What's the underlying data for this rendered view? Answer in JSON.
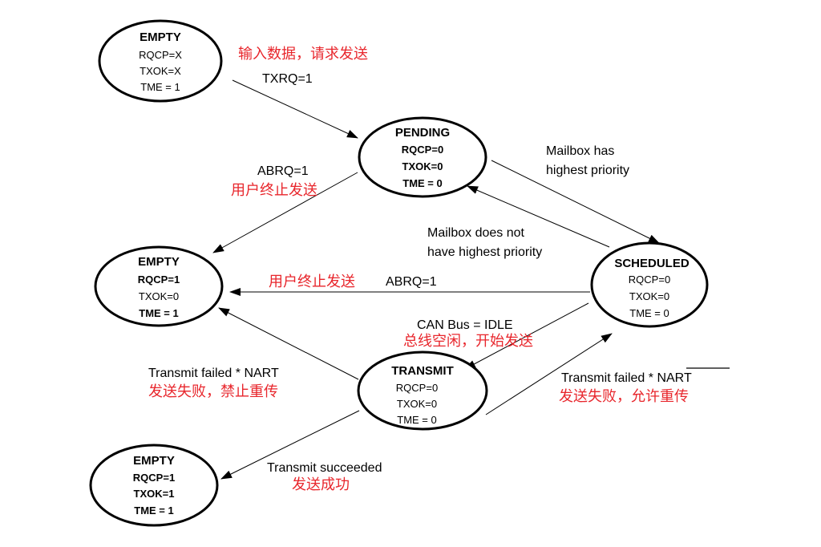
{
  "colors": {
    "annotation_red": "#e8262c",
    "line": "#000000",
    "background": "#ffffff"
  },
  "states": {
    "empty_top": {
      "title": "EMPTY",
      "rqcp": "RQCP=X",
      "txok": "TXOK=X",
      "tme": "TME = 1"
    },
    "pending": {
      "title": "PENDING",
      "rqcp": "RQCP=0",
      "txok": "TXOK=0",
      "tme": "TME = 0"
    },
    "empty_mid": {
      "title": "EMPTY",
      "rqcp": "RQCP=1",
      "txok": "TXOK=0",
      "tme": "TME = 1"
    },
    "scheduled": {
      "title": "SCHEDULED",
      "rqcp": "RQCP=0",
      "txok": "TXOK=0",
      "tme": "TME = 0"
    },
    "transmit": {
      "title": "TRANSMIT",
      "rqcp": "RQCP=0",
      "txok": "TXOK=0",
      "tme": "TME = 0"
    },
    "empty_bottom": {
      "title": "EMPTY",
      "rqcp": "RQCP=1",
      "txok": "TXOK=1",
      "tme": "TME = 1"
    }
  },
  "transitions": {
    "input_request": {
      "cn": "输入数据，请求发送",
      "en": "TXRQ=1"
    },
    "pending_abort": {
      "en": "ABRQ=1",
      "cn": "用户终止发送"
    },
    "highest_priority": {
      "line1": "Mailbox has",
      "line2": "highest priority"
    },
    "not_highest": {
      "line1": "Mailbox does not",
      "line2": "have highest priority"
    },
    "scheduled_abort": {
      "cn": "用户终止发送",
      "en": "ABRQ=1"
    },
    "bus_idle": {
      "en": "CAN Bus = IDLE",
      "cn": "总线空闲，开始发送"
    },
    "fail_nart": {
      "en": "Transmit failed * NART",
      "cn": "发送失败，禁止重传"
    },
    "fail_retry": {
      "en_prefix": "Transmit failed * ",
      "en_over": "NART",
      "cn": "发送失败，允许重传"
    },
    "succeeded": {
      "en": "Transmit succeeded",
      "cn": "发送成功"
    }
  }
}
